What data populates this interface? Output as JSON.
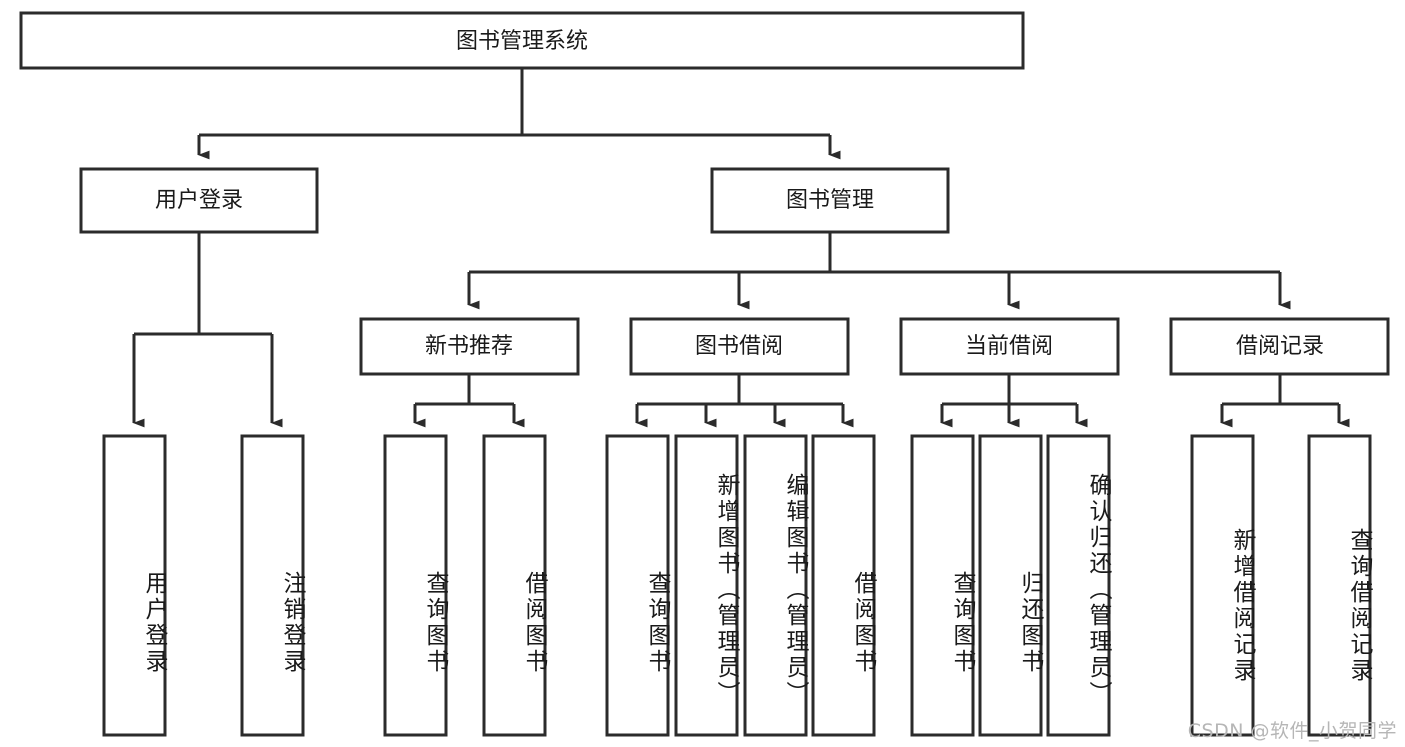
{
  "diagram": {
    "title": "图书管理系统",
    "type": "functional-structure-tree",
    "root": {
      "id": "root",
      "label": "图书管理系统",
      "orientation": "horizontal"
    },
    "level2": [
      {
        "id": "user-login",
        "label": "用户登录",
        "orientation": "horizontal"
      },
      {
        "id": "book-management",
        "label": "图书管理",
        "orientation": "horizontal"
      }
    ],
    "level3": [
      {
        "id": "new-book-recommend",
        "label": "新书推荐",
        "parent": "book-management",
        "orientation": "horizontal"
      },
      {
        "id": "book-borrow",
        "label": "图书借阅",
        "parent": "book-management",
        "orientation": "horizontal"
      },
      {
        "id": "current-borrow",
        "label": "当前借阅",
        "parent": "book-management",
        "orientation": "horizontal"
      },
      {
        "id": "borrow-record",
        "label": "借阅记录",
        "parent": "book-management",
        "orientation": "horizontal"
      }
    ],
    "leaves": [
      {
        "id": "leaf-user-login",
        "label": "用户登录",
        "parent": "user-login",
        "orientation": "vertical"
      },
      {
        "id": "leaf-logout-login",
        "label": "注销登录",
        "parent": "user-login",
        "orientation": "vertical"
      },
      {
        "id": "leaf-query-book-1",
        "label": "查询图书",
        "parent": "new-book-recommend",
        "orientation": "vertical"
      },
      {
        "id": "leaf-borrow-book-1",
        "label": "借阅图书",
        "parent": "new-book-recommend",
        "orientation": "vertical"
      },
      {
        "id": "leaf-query-book-2",
        "label": "查询图书",
        "parent": "book-borrow",
        "orientation": "vertical"
      },
      {
        "id": "leaf-add-book",
        "label": "新增图书（管理员）",
        "parent": "book-borrow",
        "orientation": "vertical"
      },
      {
        "id": "leaf-edit-book",
        "label": "编辑图书（管理员）",
        "parent": "book-borrow",
        "orientation": "vertical"
      },
      {
        "id": "leaf-borrow-book-2",
        "label": "借阅图书",
        "parent": "book-borrow",
        "orientation": "vertical"
      },
      {
        "id": "leaf-query-book-3",
        "label": "查询图书",
        "parent": "current-borrow",
        "orientation": "vertical"
      },
      {
        "id": "leaf-return-book",
        "label": "归还图书",
        "parent": "current-borrow",
        "orientation": "vertical"
      },
      {
        "id": "leaf-confirm-return",
        "label": "确认归还（管理员）",
        "parent": "current-borrow",
        "orientation": "vertical"
      },
      {
        "id": "leaf-add-record",
        "label": "新增借阅记录",
        "parent": "borrow-record",
        "orientation": "vertical"
      },
      {
        "id": "leaf-query-record",
        "label": "查询借阅记录",
        "parent": "borrow-record",
        "orientation": "vertical"
      }
    ],
    "watermark": "CSDN @软件_小贺同学",
    "colors": {
      "stroke": "#2b2b2b",
      "fill": "#ffffff",
      "text": "#1a1a1a",
      "watermark": "#b6b6b6",
      "background": "#ffffff"
    }
  }
}
